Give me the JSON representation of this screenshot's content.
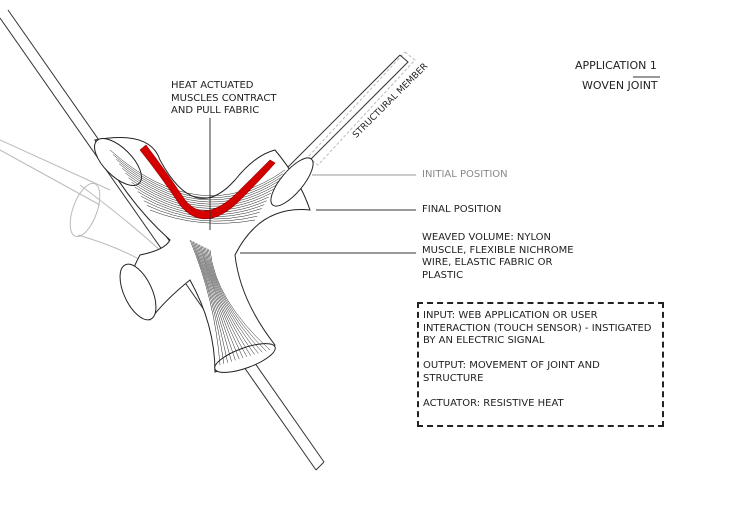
{
  "title": {
    "line1": "APPLICATION 1",
    "line2": "WOVEN JOINT"
  },
  "labels": {
    "heat": [
      "HEAT ACTUATED",
      "MUSCLES CONTRACT",
      "AND PULL FABRIC"
    ],
    "structural_member": "STRUCTURAL MEMBER",
    "initial_position": "INITIAL POSITION",
    "final_position": "FINAL POSITION",
    "weaved": [
      "WEAVED VOLUME: NYLON",
      "MUSCLE, FLEXIBLE NICHROME",
      "WIRE, ELASTIC FABRIC OR",
      "PLASTIC"
    ]
  },
  "info_box": {
    "input": [
      "INPUT: WEB APPLICATION OR USER",
      "INTERACTION (TOUCH SENSOR) - INSTIGATED",
      "BY AN ELECTRIC SIGNAL"
    ],
    "output": [
      "OUTPUT: MOVEMENT OF JOINT AND",
      "STRUCTURE"
    ],
    "actuator": "ACTUATOR: RESISTIVE HEAT"
  },
  "colors": {
    "muscle": "#d40000",
    "initial": "#999999",
    "ink": "#222222"
  }
}
